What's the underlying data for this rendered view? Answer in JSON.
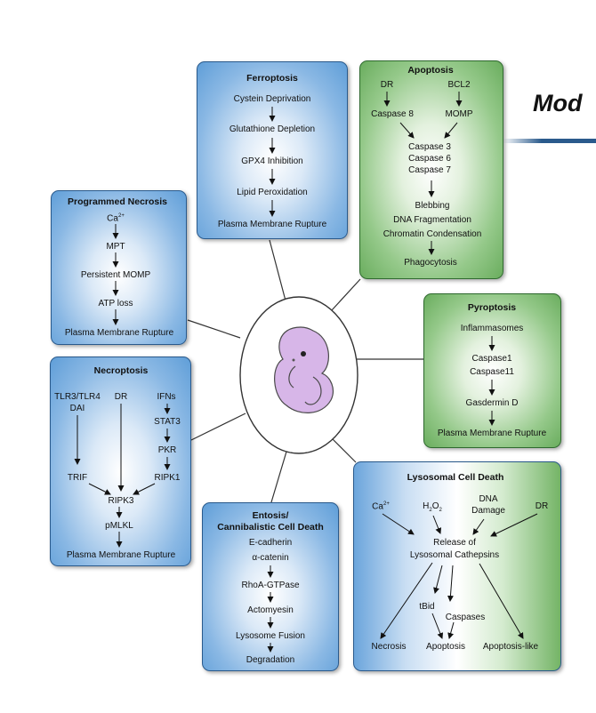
{
  "title": "Mod",
  "ferroptosis": {
    "heading": "Ferroptosis",
    "steps": [
      "Cystein Deprivation",
      "Glutathione Depletion",
      "GPX4 Inhibition",
      "Lipid Peroxidation",
      "Plasma Membrane Rupture"
    ]
  },
  "apoptosis": {
    "heading": "Apoptosis",
    "dr": "DR",
    "bcl2": "BCL2",
    "caspase8": "Caspase 8",
    "momp": "MOMP",
    "caspase3": "Caspase 3",
    "caspase6": "Caspase 6",
    "caspase7": "Caspase 7",
    "blebbing": "Blebbing",
    "dna_frag": "DNA Fragmentation",
    "chromatin": "Chromatin Condensation",
    "phago": "Phagocytosis"
  },
  "programmed_necrosis": {
    "heading": "Programmed Necrosis",
    "ca_base": "Ca",
    "ca_sup": "2+",
    "steps": [
      "MPT",
      "Persistent MOMP",
      "ATP loss",
      "Plasma Membrane Rupture"
    ]
  },
  "necroptosis": {
    "heading": "Necroptosis",
    "tlr": "TLR3/TLR4",
    "dai": "DAI",
    "dr": "DR",
    "ifns": "IFNs",
    "stat3": "STAT3",
    "pkr": "PKR",
    "trif": "TRIF",
    "ripk1": "RIPK1",
    "ripk3": "RIPK3",
    "pmlkl": "pMLKL",
    "rupture": "Plasma Membrane Rupture"
  },
  "pyroptosis": {
    "heading": "Pyroptosis",
    "inflammasomes": "Inflammasomes",
    "caspase1": "Caspase1",
    "caspase11": "Caspase11",
    "gasdermin": "Gasdermin D",
    "rupture": "Plasma Membrane Rupture"
  },
  "entosis": {
    "heading_1": "Entosis/",
    "heading_2": "Cannibalistic Cell Death",
    "steps": [
      "E-cadherin",
      "α-catenin",
      "RhoA-GTPase",
      "Actomyesin",
      "Lysosome Fusion",
      "Degradation"
    ]
  },
  "lysosomal": {
    "heading": "Lysosomal Cell Death",
    "ca_base": "Ca",
    "ca_sup": "2+",
    "h2o2_h": "H",
    "h2o2_2a": "2",
    "h2o2_o": "O",
    "h2o2_2b": "2",
    "dna": "DNA",
    "damage": "Damage",
    "dr": "DR",
    "release_1": "Release of",
    "release_2": "Lysosomal Cathepsins",
    "tbid": "tBid",
    "caspases": "Caspases",
    "necrosis": "Necrosis",
    "apoptosis": "Apoptosis",
    "apoptosis_like": "Apoptosis-like"
  },
  "colors": {
    "box_border_blue": "#2a5a8c",
    "box_fill_blue": "#5f9ed8",
    "box_fill_green": "#6aad5e",
    "cell_fill": "#d7b6e8",
    "cell_outline": "#4a4a4a"
  }
}
